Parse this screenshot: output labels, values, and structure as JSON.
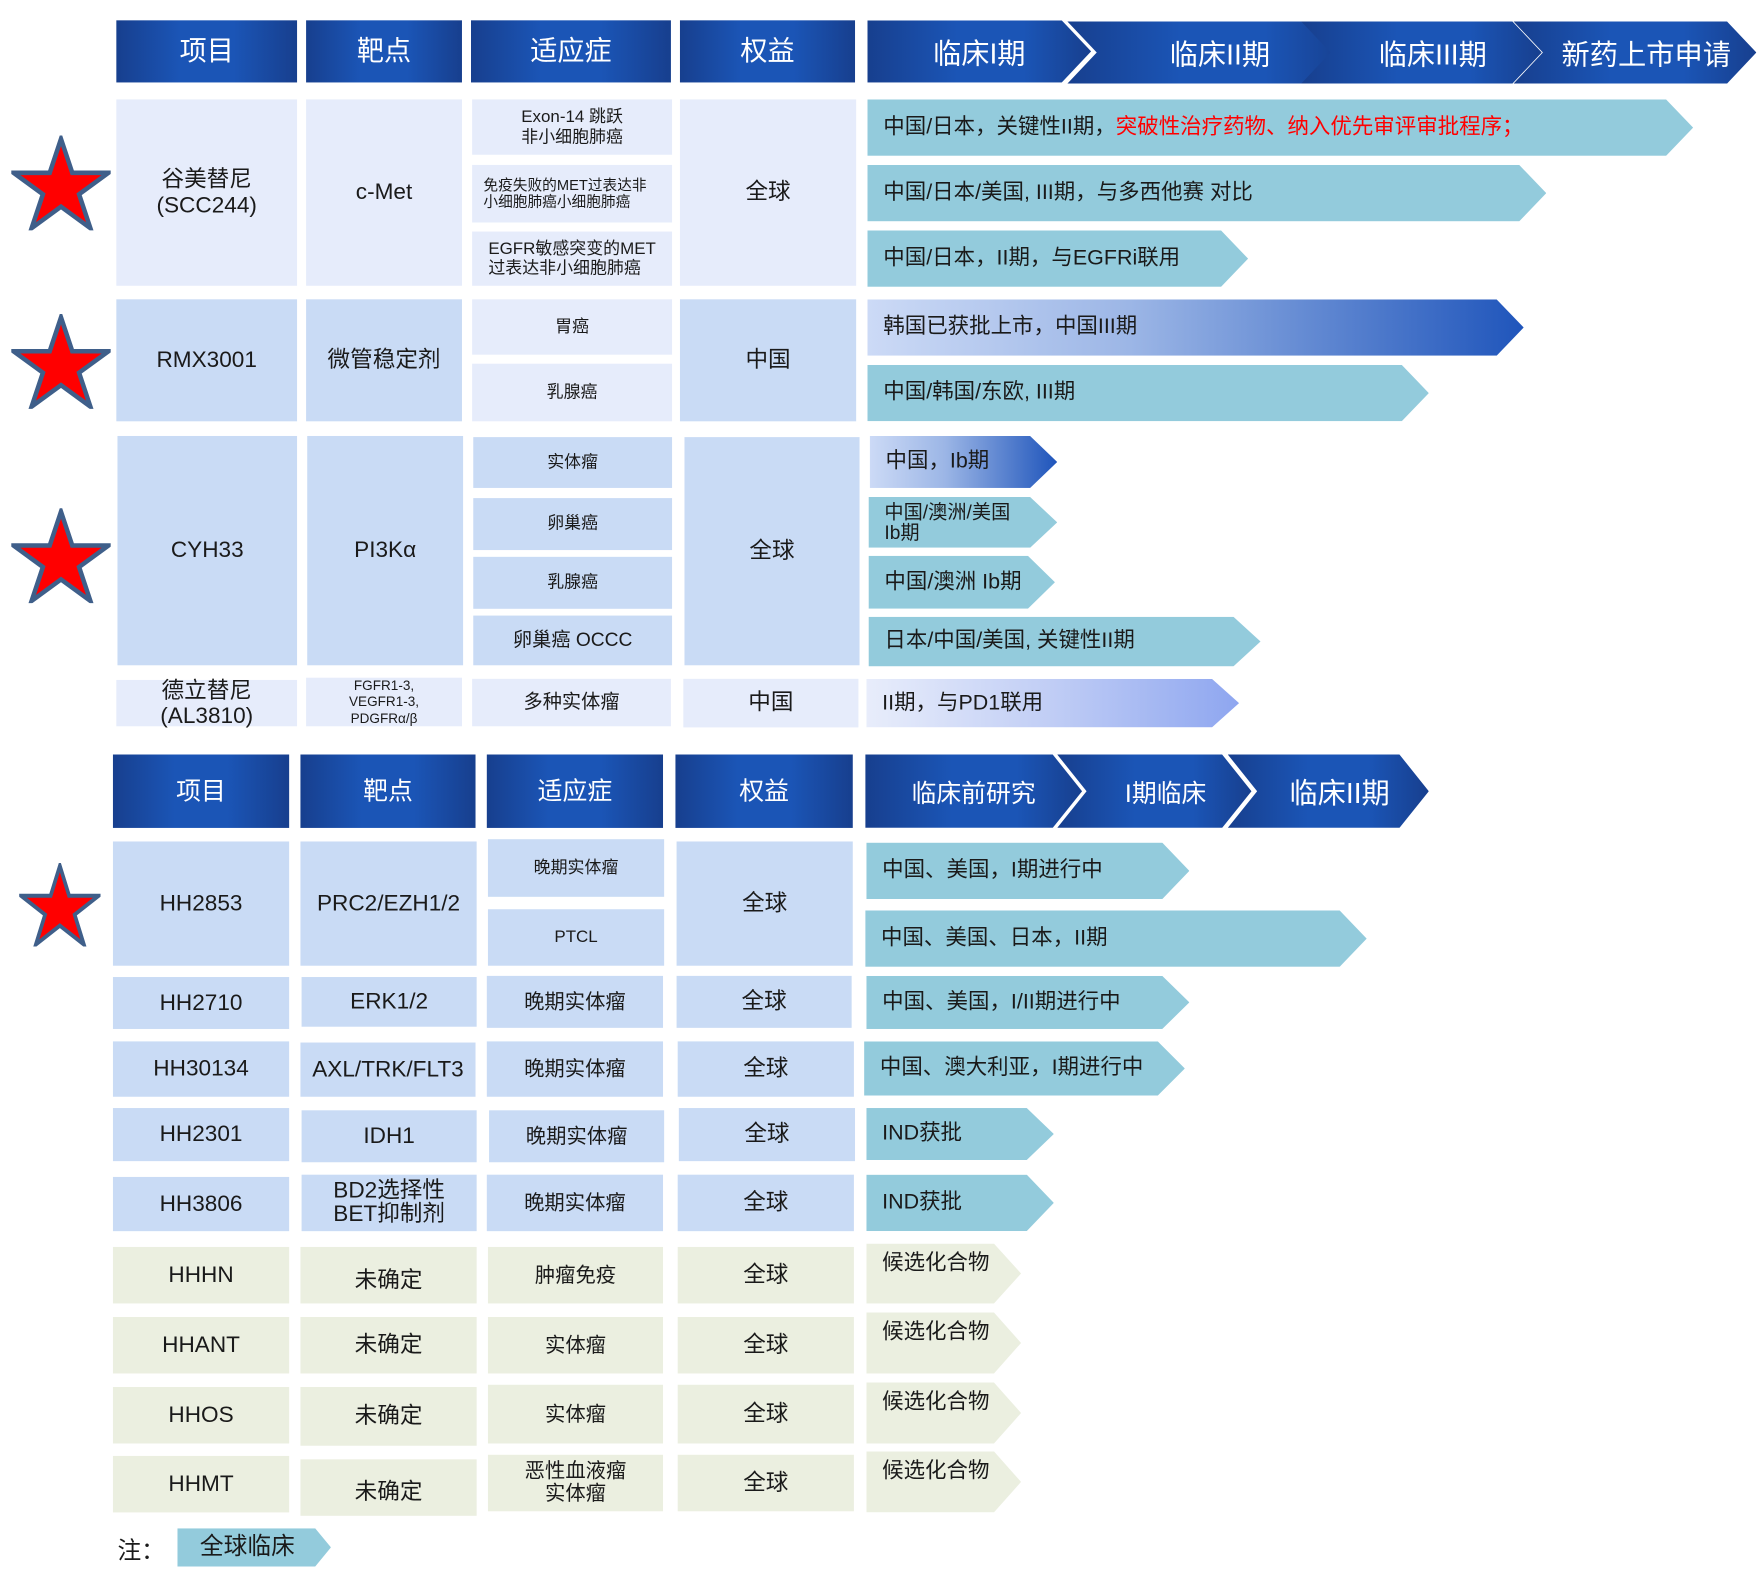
{
  "top": {
    "headers": [
      "项目",
      "靶点",
      "适应症",
      "权益"
    ],
    "stages": [
      "临床I期",
      "临床II期",
      "临床III期",
      "新药上市申请"
    ],
    "rows": [
      {
        "name": "谷美替尼\n(SCC244)",
        "target": "c-Met",
        "indications": [
          "Exon-14 跳跃\n非小细胞肺癌",
          "免疫失败的MET过表达非小细胞肺癌小细胞肺癌",
          "EGFR敏感突变的MET\n过表达非小细胞肺癌"
        ],
        "rights": "全球",
        "progress": [
          {
            "text": "中国/日本，关键性II期，",
            "highlight": "突破性治疗药物、纳入优先审评审批程序；"
          },
          {
            "text": "中国/日本/美国, III期，与多西他赛 对比"
          },
          {
            "text": "中国/日本，II期，与EGFRi联用"
          }
        ]
      },
      {
        "name": "RMX3001",
        "target": "微管稳定剂",
        "indications": [
          "胃癌",
          "乳腺癌"
        ],
        "rights": "中国",
        "progress": [
          {
            "text": "韩国已获批上市，中国III期"
          },
          {
            "text": "中国/韩国/东欧, III期"
          }
        ]
      },
      {
        "name": "CYH33",
        "target": "PI3Kα",
        "indications": [
          "实体瘤",
          "卵巢癌",
          "乳腺癌",
          "卵巢癌 OCCC"
        ],
        "rights": "全球",
        "progress": [
          {
            "text": "中国，Ib期"
          },
          {
            "text": "中国/澳洲/美国\nIb期"
          },
          {
            "text": "中国/澳洲 Ib期"
          },
          {
            "text": "日本/中国/美国, 关键性II期"
          }
        ]
      },
      {
        "name": "德立替尼\n(AL3810)",
        "target": "FGFR1-3,\nVEGFR1-3,\nPDGFRα/β",
        "indications": [
          "多种实体瘤"
        ],
        "rights": "中国",
        "progress": [
          {
            "text": "II期，与PD1联用"
          }
        ]
      }
    ]
  },
  "bottom": {
    "headers": [
      "项目",
      "靶点",
      "适应症",
      "权益"
    ],
    "stages": [
      "临床前研究",
      "I期临床",
      "临床II期"
    ],
    "rows": [
      {
        "name": "HH2853",
        "target": "PRC2/EZH1/2",
        "indications": [
          "晚期实体瘤",
          "PTCL"
        ],
        "rights": "全球",
        "progress": [
          "中国、美国，I期进行中",
          "中国、美国、日本，II期"
        ]
      },
      {
        "name": "HH2710",
        "target": "ERK1/2",
        "indications": [
          "晚期实体瘤"
        ],
        "rights": "全球",
        "progress": [
          "中国、美国，I/II期进行中"
        ]
      },
      {
        "name": "HH30134",
        "target": "AXL/TRK/FLT3",
        "indications": [
          "晚期实体瘤"
        ],
        "rights": "全球",
        "progress": [
          "中国、澳大利亚，I期进行中"
        ]
      },
      {
        "name": "HH2301",
        "target": "IDH1",
        "indications": [
          "晚期实体瘤"
        ],
        "rights": "全球",
        "progress": [
          "IND获批"
        ]
      },
      {
        "name": "HH3806",
        "target": "BD2选择性\nBET抑制剂",
        "indications": [
          "晚期实体瘤"
        ],
        "rights": "全球",
        "progress": [
          "IND获批"
        ]
      },
      {
        "name": "HHHN",
        "target": "未确定",
        "indications": [
          "肿瘤免疫"
        ],
        "rights": "全球",
        "progress": [
          "候选化合物"
        ]
      },
      {
        "name": "HHANT",
        "target": "未确定",
        "indications": [
          "实体瘤"
        ],
        "rights": "全球",
        "progress": [
          "候选化合物"
        ]
      },
      {
        "name": "HHOS",
        "target": "未确定",
        "indications": [
          "实体瘤"
        ],
        "rights": "全球",
        "progress": [
          "候选化合物"
        ]
      },
      {
        "name": "HHMT",
        "target": "未确定",
        "indications": [
          "恶性血液瘤\n实体瘤"
        ],
        "rights": "全球",
        "progress": [
          "候选化合物"
        ]
      }
    ]
  },
  "legend": {
    "note_label": "注：",
    "badge": "全球临床"
  },
  "colors": {
    "header": "#1b55b6",
    "teal": "#93cbdc",
    "light": "#e6ecfb",
    "mid": "#c9dbf5",
    "candidate": "#ebefe0",
    "star": "#ff0000"
  }
}
